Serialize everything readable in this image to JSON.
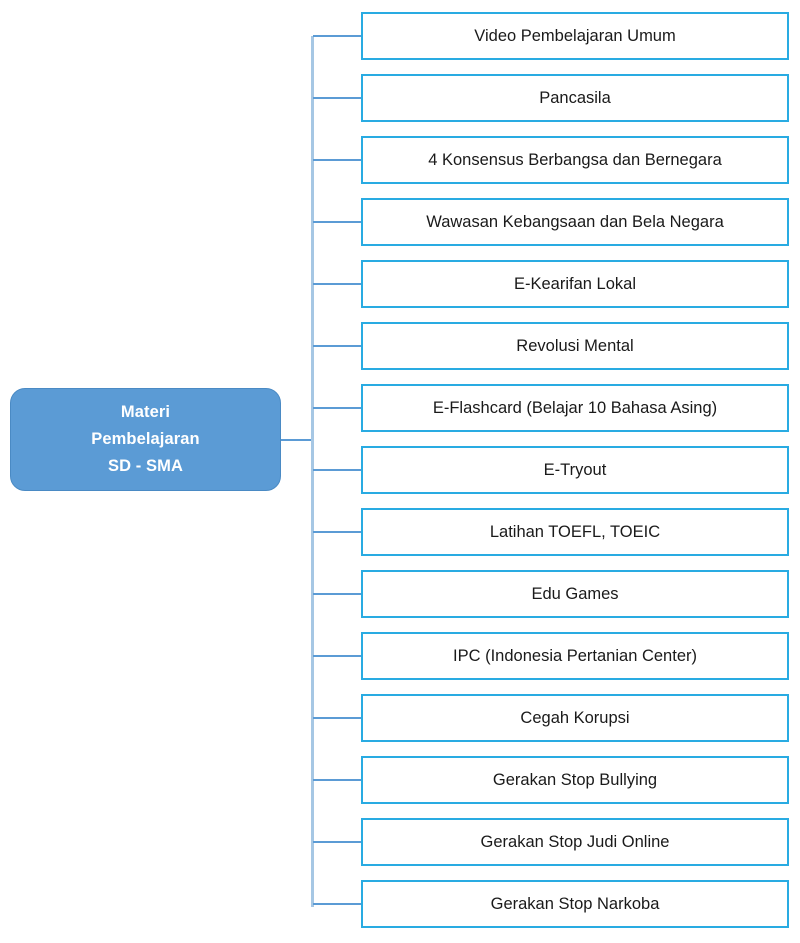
{
  "diagram": {
    "type": "tree-mindmap",
    "orientation": "left-to-right",
    "root": {
      "lines": [
        "Materi",
        "Pembelajaran",
        "SD - SMA"
      ],
      "fill_color": "#5B9BD5",
      "text_color": "#FFFFFF"
    },
    "style": {
      "leaf_border_color": "#29ABE2",
      "leaf_fill_color": "#FFFFFF",
      "leaf_text_color": "#1A1A1A",
      "trunk_color": "#A6C7E4",
      "branch_color": "#5B9BD5",
      "background_color": "#FFFFFF"
    },
    "leaves": [
      {
        "label": "Video Pembelajaran Umum"
      },
      {
        "label": "Pancasila"
      },
      {
        "label": "4 Konsensus Berbangsa dan Bernegara"
      },
      {
        "label": "Wawasan Kebangsaan dan Bela Negara"
      },
      {
        "label": "E-Kearifan Lokal"
      },
      {
        "label": "Revolusi Mental"
      },
      {
        "label": "E-Flashcard (Belajar 10 Bahasa Asing)"
      },
      {
        "label": "E-Tryout"
      },
      {
        "label": "Latihan TOEFL, TOEIC"
      },
      {
        "label": "Edu Games"
      },
      {
        "label": "IPC (Indonesia Pertanian Center)"
      },
      {
        "label": "Cegah Korupsi"
      },
      {
        "label": "Gerakan Stop Bullying"
      },
      {
        "label": "Gerakan Stop Judi Online"
      },
      {
        "label": "Gerakan Stop Narkoba"
      }
    ]
  }
}
